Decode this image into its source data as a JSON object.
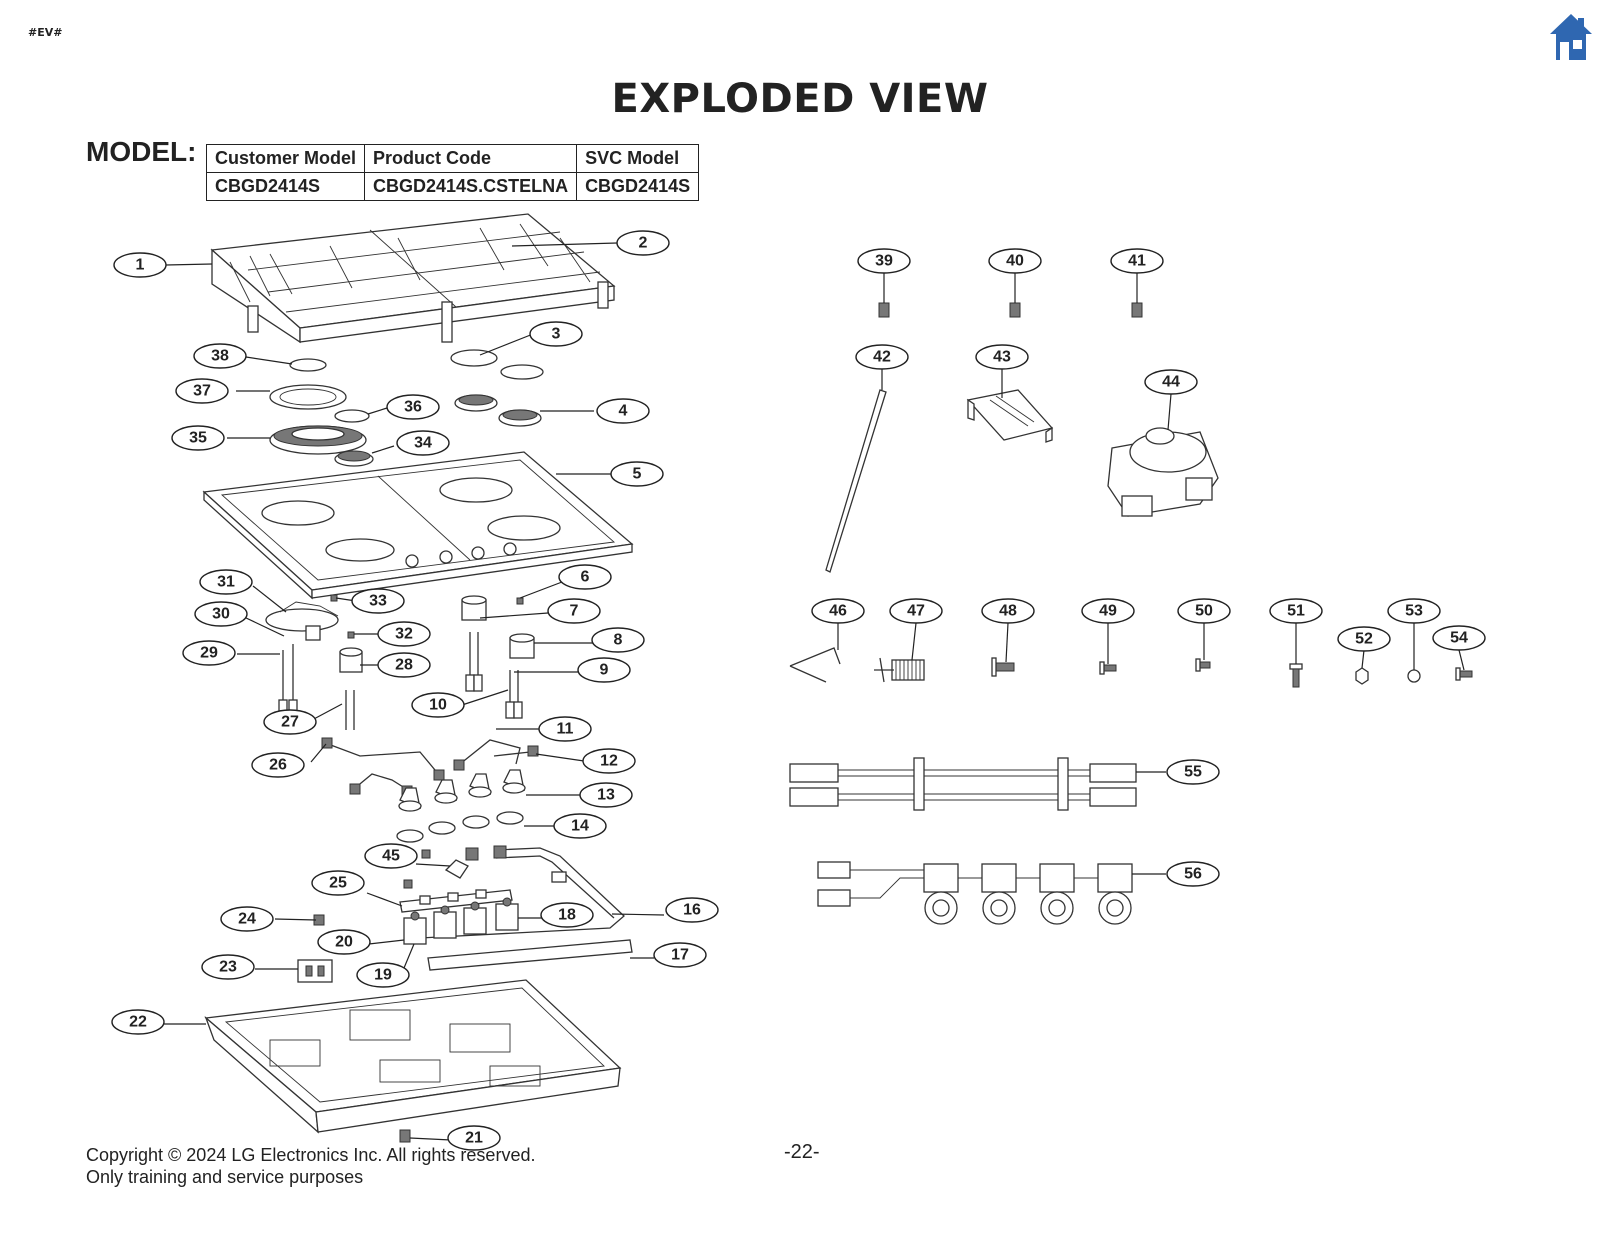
{
  "header": {
    "tag": "#EV#",
    "title": "EXPLODED VIEW",
    "home_icon": "home-icon",
    "home_color": "#2f67b1"
  },
  "model": {
    "label": "MODEL:",
    "columns": [
      "Customer Model",
      "Product Code",
      "SVC Model"
    ],
    "values": [
      "CBGD2414S",
      "CBGD2414S.CSTELNA",
      "CBGD2414S"
    ]
  },
  "callouts": [
    "1",
    "2",
    "3",
    "4",
    "5",
    "6",
    "7",
    "8",
    "9",
    "10",
    "11",
    "12",
    "13",
    "14",
    "16",
    "17",
    "18",
    "19",
    "20",
    "21",
    "22",
    "23",
    "24",
    "25",
    "26",
    "27",
    "28",
    "29",
    "30",
    "31",
    "32",
    "33",
    "34",
    "35",
    "36",
    "37",
    "38",
    "39",
    "40",
    "41",
    "42",
    "43",
    "44",
    "45",
    "46",
    "47",
    "48",
    "49",
    "50",
    "51",
    "52",
    "53",
    "54",
    "55",
    "56"
  ],
  "footer": {
    "copyright_line1": "Copyright © 2024 LG Electronics Inc. All rights reserved.",
    "copyright_line2": "Only training and service purposes",
    "page_number": "-22-"
  }
}
